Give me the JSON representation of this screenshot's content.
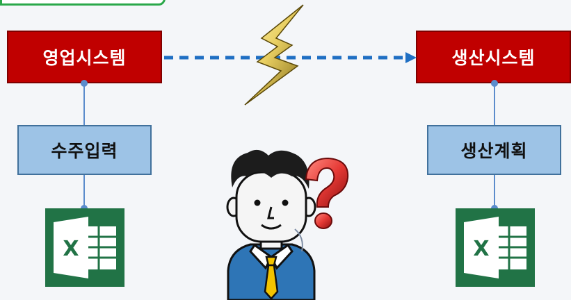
{
  "systems": {
    "sales": "영업시스템",
    "production": "생산시스템"
  },
  "tasks": {
    "order_entry": "수주입력",
    "production_plan": "생산계획"
  },
  "excel_label": "X",
  "colors": {
    "system_box": "#c00000",
    "task_box": "#9dc3e6",
    "connector": "#5b8ccc",
    "dashed_arrow": "#1f6fc3",
    "excel_green": "#217346"
  },
  "icons": {
    "lightning": "lightning-bolt-icon",
    "question": "question-mark-icon",
    "person": "confused-person-icon",
    "excel": "excel-icon"
  }
}
